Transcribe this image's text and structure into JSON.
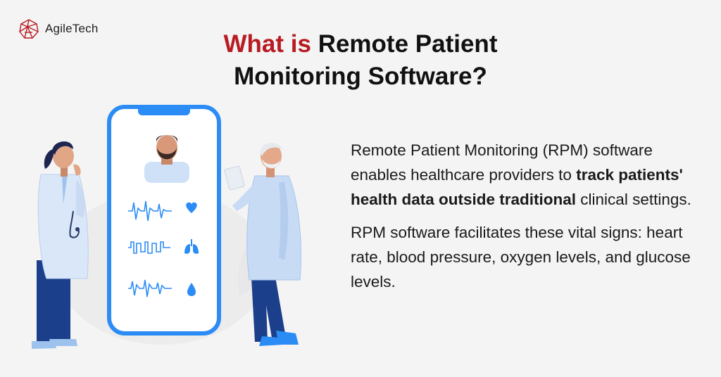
{
  "brand": {
    "name": "AgileTech",
    "logo_color": "#b81c22"
  },
  "title": {
    "accent": "What is",
    "line1_rest": " Remote Patient",
    "line2": "Monitoring Software?"
  },
  "description": {
    "p1_start": "Remote Patient Monitoring (RPM) software enables healthcare providers to ",
    "p1_bold": "track patients' health data outside traditional",
    "p1_end": " clinical settings.",
    "p2": "RPM software facilitates these vital signs: heart rate, blood pressure, oxygen levels, and glucose levels."
  },
  "illustration": {
    "phone_color": "#2b8cf6",
    "vitals": [
      {
        "icon": "heart-icon"
      },
      {
        "icon": "lungs-icon"
      },
      {
        "icon": "drop-icon"
      }
    ]
  }
}
